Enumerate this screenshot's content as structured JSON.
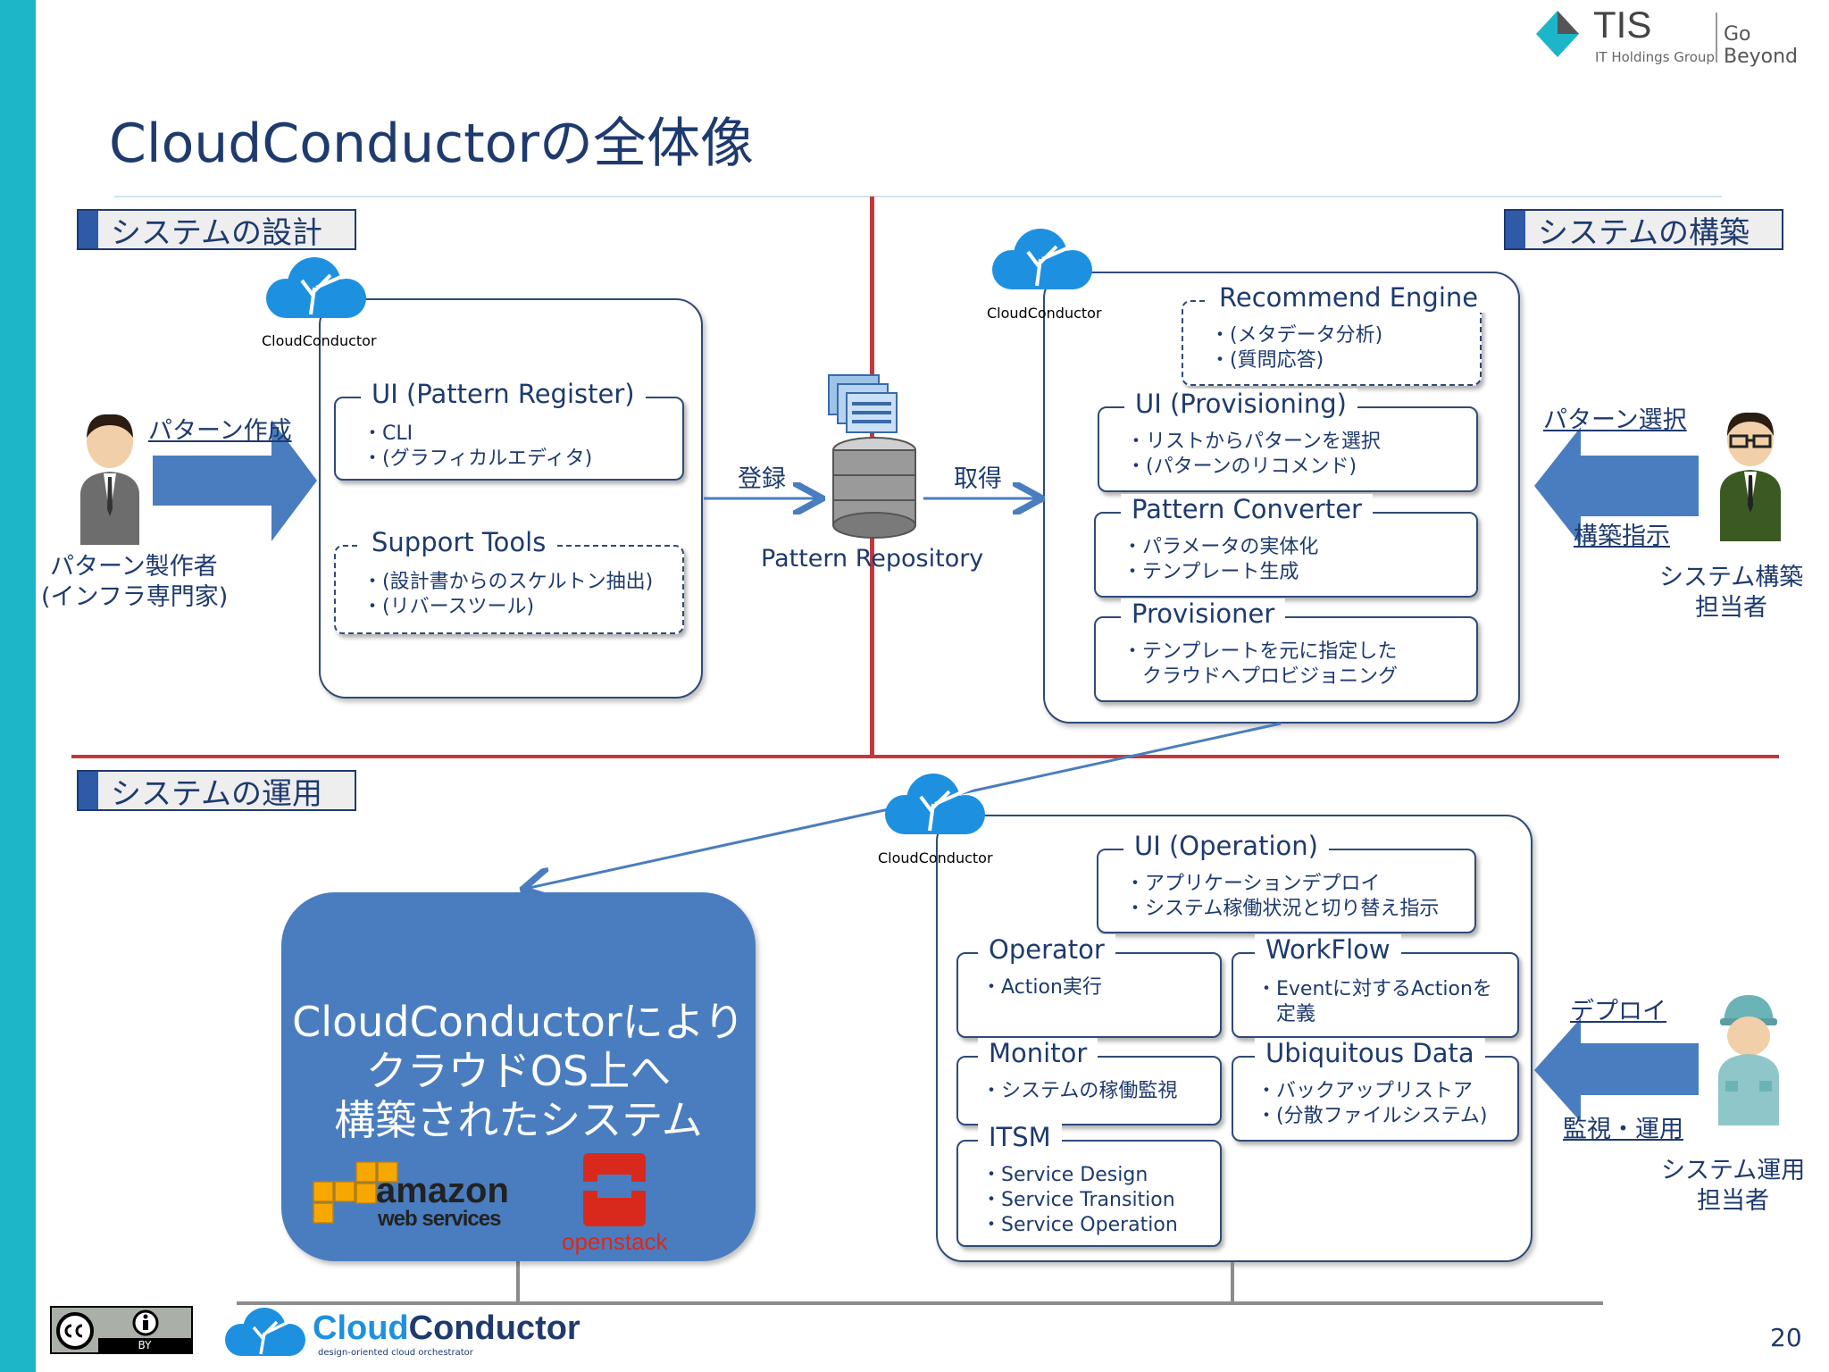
{
  "title": "CloudConductorの全体像",
  "brand": {
    "tis_name": "TIS",
    "tis_group": "IT Holdings Group",
    "tagline": "Go Beyond"
  },
  "sections": {
    "design": "システムの設計",
    "build": "システムの構築",
    "operation": "システムの運用"
  },
  "cc_logo_label": "CloudConductor",
  "design_box": {
    "ui_title": "UI (Pattern Register)",
    "ui_lines": [
      "・CLI",
      "・(グラフィカルエディタ)"
    ],
    "tools_title": "Support Tools",
    "tools_lines": [
      "・(設計書からのスケルトン抽出)",
      "・(リバースツール)"
    ]
  },
  "repository": {
    "register": "登録",
    "fetch": "取得",
    "label": "Pattern Repository"
  },
  "creator": {
    "action": "パターン作成",
    "role_line1": "パターン製作者",
    "role_line2": "(インフラ専門家)"
  },
  "build_box": {
    "recommend_title": "Recommend Engine",
    "recommend_lines": [
      "・(メタデータ分析)",
      "・(質問応答)"
    ],
    "ui_title": "UI (Provisioning)",
    "ui_lines": [
      "・リストからパターンを選択",
      "・(パターンのリコメンド)"
    ],
    "converter_title": "Pattern Converter",
    "converter_lines": [
      "・パラメータの実体化",
      "・テンプレート生成"
    ],
    "provisioner_title": "Provisioner",
    "provisioner_lines": [
      "・テンプレートを元に指定した",
      "　クラウドへプロビジョニング"
    ]
  },
  "builder": {
    "action1": "パターン選択",
    "action2": "構築指示",
    "role_line1": "システム構築",
    "role_line2": "担当者"
  },
  "system_box": {
    "line1": "CloudConductorにより",
    "line2": "クラウドOS上へ",
    "line3": "構築されたシステム",
    "aws_line1": "amazon",
    "aws_line2": "web services",
    "openstack": "openstack"
  },
  "ops_box": {
    "ui_title": "UI (Operation)",
    "ui_lines": [
      "・アプリケーションデプロイ",
      "・システム稼働状況と切り替え指示"
    ],
    "operator_title": "Operator",
    "operator_lines": [
      "・Action実行"
    ],
    "workflow_title": "WorkFlow",
    "workflow_lines": [
      "・Eventに対するActionを",
      "　定義"
    ],
    "monitor_title": "Monitor",
    "monitor_lines": [
      "・システムの稼働監視"
    ],
    "data_title": "Ubiquitous Data",
    "data_lines": [
      "・バックアップリストア",
      "・(分散ファイルシステム)"
    ],
    "itsm_title": "ITSM",
    "itsm_lines": [
      "・Service Design",
      "・Service Transition",
      "・Service Operation"
    ]
  },
  "operator_person": {
    "action1": "デプロイ",
    "action2": "監視・運用",
    "role_line1": "システム運用",
    "role_line2": "担当者"
  },
  "footer": {
    "cc_part1": "Cloud",
    "cc_part2": "Conductor",
    "cc_tagline": "design-oriented cloud orchestrator",
    "license_by": "BY",
    "page_number": "20"
  },
  "colors": {
    "accent_teal": "#1cb6c8",
    "navy": "#1e3a6e",
    "arrow_blue": "#4a7dbf",
    "divider_red": "#c0393b",
    "cloud_blue": "#1e90e0"
  }
}
